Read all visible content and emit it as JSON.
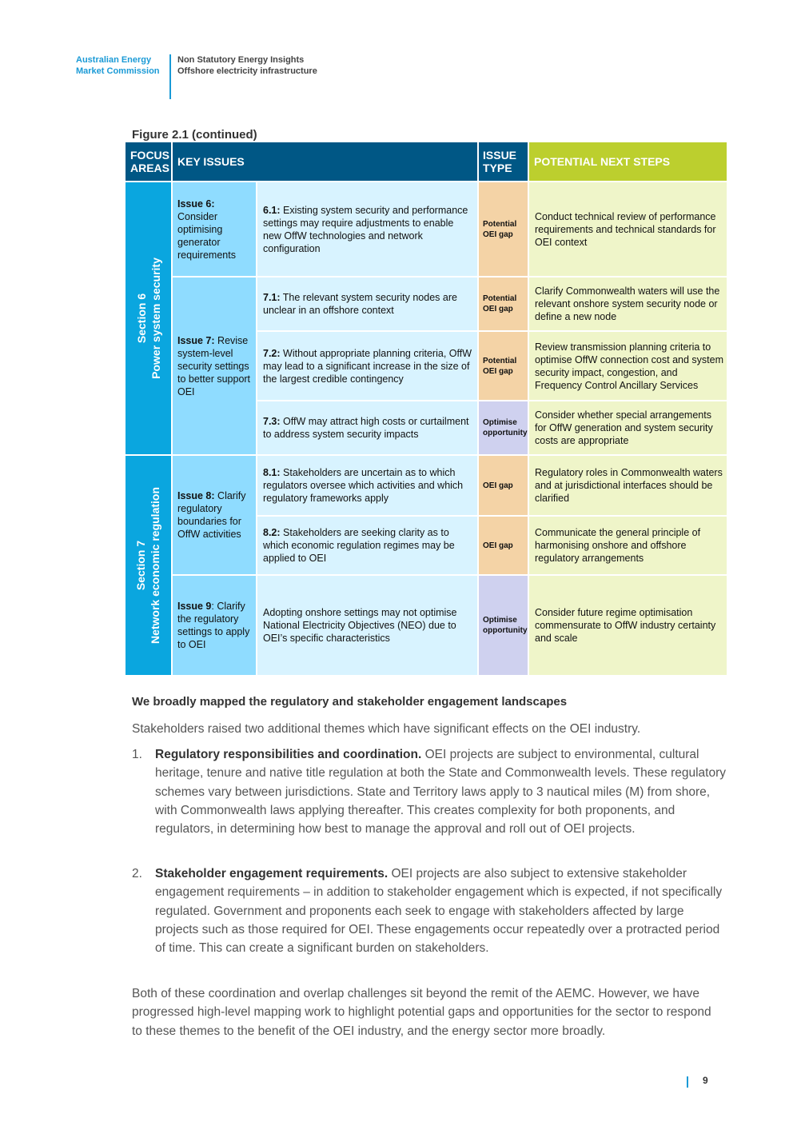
{
  "header": {
    "org_line1": "Australian Energy",
    "org_line2": "Market Commission",
    "doc_line1": "Non Statutory Energy Insights",
    "doc_line2": "Offshore electricity infrastructure"
  },
  "figure": {
    "caption": "Figure 2.1 (continued)",
    "col_focus_line1": "FOCUS",
    "col_focus_line2": "AREAS",
    "col_key_issues": "KEY ISSUES",
    "col_issue_type_line1": "ISSUE",
    "col_issue_type_line2": "TYPE",
    "col_next_steps": "POTENTIAL NEXT STEPS",
    "sections": [
      {
        "line1": "Section 6",
        "line2": "Power system security"
      },
      {
        "line1": "Section 7",
        "line2": "Network economic regulation"
      }
    ],
    "issues": [
      {
        "label": "Issue 6:",
        "text": " Consider optimising generator requirements"
      },
      {
        "label": "Issue 7:",
        "text": " Revise system-level security settings to better support OEI"
      },
      {
        "label": "Issue 8:",
        "text": " Clarify regulatory boundaries for OffW activities"
      },
      {
        "label": "Issue 9",
        "text": ": Clarify the regulatory settings to apply to OEI"
      }
    ],
    "rows": [
      {
        "sub_label": "6.1:",
        "sub_text": " Existing system security and performance settings may require adjustments to enable new OffW technologies and network configuration",
        "type": "Potential OEI gap",
        "next": "Conduct technical review of performance requirements and technical standards for OEI context"
      },
      {
        "sub_label": "7.1:",
        "sub_text": " The relevant system security nodes are unclear in an offshore context",
        "type": "Potential OEI gap",
        "next": "Clarify Commonwealth waters will use the relevant onshore system security node or define a new node"
      },
      {
        "sub_label": "7.2:",
        "sub_text": " Without appropriate planning criteria, OffW may lead to a significant increase in the size of the largest credible contingency",
        "type": "Potential OEI gap",
        "next": "Review transmission planning criteria to optimise OffW connection cost and system security impact, congestion, and Frequency Control Ancillary Services"
      },
      {
        "sub_label": "7.3:",
        "sub_text": " OffW may attract high costs or curtailment to address system security impacts",
        "type": "Optimise opportunity",
        "next": "Consider whether special arrangements for OffW generation and system security costs are appropriate"
      },
      {
        "sub_label": "8.1:",
        "sub_text": " Stakeholders are uncertain as to which regulators oversee which activities and which regulatory frameworks apply",
        "type": "OEI gap",
        "next": "Regulatory roles in Commonwealth waters and at jurisdictional interfaces should be clarified"
      },
      {
        "sub_label": "8.2:",
        "sub_text": " Stakeholders are seeking clarity as to which economic regulation regimes may be applied to OEI",
        "type": "OEI gap",
        "next": "Communicate the general principle of harmonising onshore and offshore regulatory arrangements"
      },
      {
        "sub_label": "",
        "sub_text": "Adopting onshore settings may not optimise National Electricity Objectives (NEO) due to OEI’s specific characteristics",
        "type": "Optimise opportunity",
        "next": "Consider future regime optimisation commensurate to OffW industry certainty and scale"
      }
    ]
  },
  "body": {
    "heading": "We broadly mapped the regulatory and stakeholder engagement landscapes",
    "intro": "Stakeholders raised two additional themes which have significant effects on the OEI industry.",
    "items": [
      {
        "num": "1.",
        "title": "Regulatory responsibilities and coordination.",
        "text": " OEI projects are subject to environmental, cultural heritage, tenure and native title regulation at both the State and Commonwealth levels. These regulatory schemes vary between jurisdictions. State and Territory laws apply to 3 nautical miles (M) from shore, with Commonwealth laws applying thereafter. This creates complexity for both proponents, and regulators, in determining how best to manage the approval and roll out of OEI projects."
      },
      {
        "num": "2.",
        "title": "Stakeholder engagement requirements.",
        "text": " OEI projects are also subject to extensive stakeholder engagement requirements – in addition to stakeholder engagement which is expected, if not specifically regulated. Government and proponents each seek to engage with stakeholders affected by large projects such as those required for OEI. These engagements occur repeatedly over a protracted period of time. This can create a significant burden on stakeholders."
      }
    ],
    "closing": "Both of these coordination and overlap challenges sit beyond the remit of the AEMC. However, we have progressed high-level mapping work to highlight potential gaps and opportunities for the sector to respond to these themes to the benefit of the OEI industry, and the energy sector more broadly."
  },
  "footer": {
    "page_number": "9"
  }
}
